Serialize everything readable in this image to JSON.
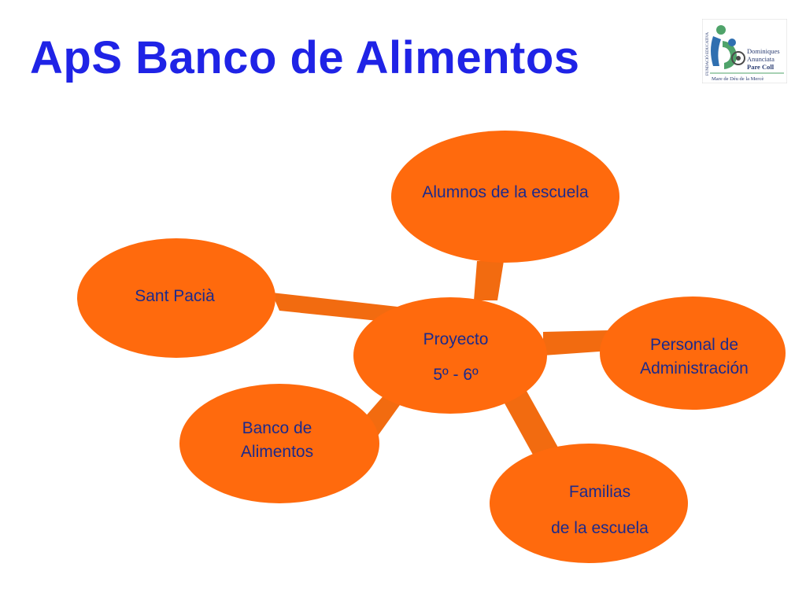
{
  "slide": {
    "title": "ApS Banco de Alimentos"
  },
  "logo": {
    "line1": "Dominiques",
    "line2": "Anunciata",
    "line3": "Pare Coll",
    "line4": "Mare de Déu de la Mercè",
    "vertical": "FUNDACIÓ EDUCATIVA"
  },
  "diagram": {
    "center": {
      "line1": "Proyecto",
      "line2": "5º - 6º"
    },
    "nodes": {
      "alumnos": {
        "line1": "Alumnos de la escuela"
      },
      "personal": {
        "line1": "Personal de",
        "line2": "Administración"
      },
      "familias": {
        "line1": "Familias",
        "line2": "de la escuela"
      },
      "banco": {
        "line1": "Banco de",
        "line2": "Alimentos"
      },
      "sant": {
        "line1": "Sant Pacià"
      }
    },
    "colors": {
      "node_fill": "#ff6a0d",
      "connector": "#f26b10",
      "text": "#1c2a8c",
      "title": "#1f23e6"
    }
  }
}
